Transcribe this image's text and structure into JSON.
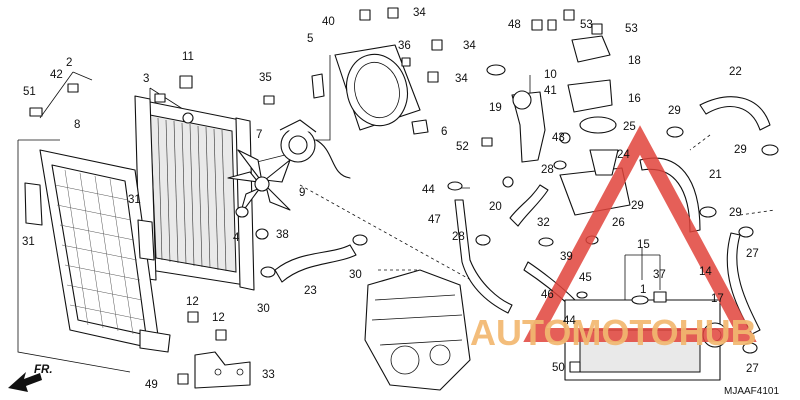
{
  "diagram": {
    "diagram_code": "MJAAF4101",
    "direction_label": "FR.",
    "watermark": {
      "text": "AUTOMOTOHUB",
      "text_color": "#f2b870",
      "triangle_color": "#e0433b"
    },
    "callouts": {
      "n1": "1",
      "n2": "2",
      "n3": "3",
      "n4": "4",
      "n5": "5",
      "n6": "6",
      "n7": "7",
      "n8": "8",
      "n9": "9",
      "n10": "10",
      "n11": "11",
      "n12a": "12",
      "n12b": "12",
      "n14": "14",
      "n15": "15",
      "n16": "16",
      "n17": "17",
      "n18": "18",
      "n19": "19",
      "n20": "20",
      "n21": "21",
      "n22": "22",
      "n23": "23",
      "n24": "24",
      "n25": "25",
      "n26": "26",
      "n27a": "27",
      "n27b": "27",
      "n28a": "28",
      "n28b": "28",
      "n29a": "29",
      "n29b": "29",
      "n29c": "29",
      "n29d": "29",
      "n30a": "30",
      "n30b": "30",
      "n31a": "31",
      "n31b": "31",
      "n32": "32",
      "n33": "33",
      "n34a": "34",
      "n34b": "34",
      "n34c": "34",
      "n35": "35",
      "n36": "36",
      "n37": "37",
      "n38": "38",
      "n39": "39",
      "n40": "40",
      "n41": "41",
      "n42": "42",
      "n43": "43",
      "n44a": "44",
      "n44b": "44",
      "n45": "45",
      "n46": "46",
      "n47": "47",
      "n48": "48",
      "n49": "49",
      "n50": "50",
      "n51": "51",
      "n52": "52",
      "n53a": "53",
      "n53b": "53"
    }
  }
}
